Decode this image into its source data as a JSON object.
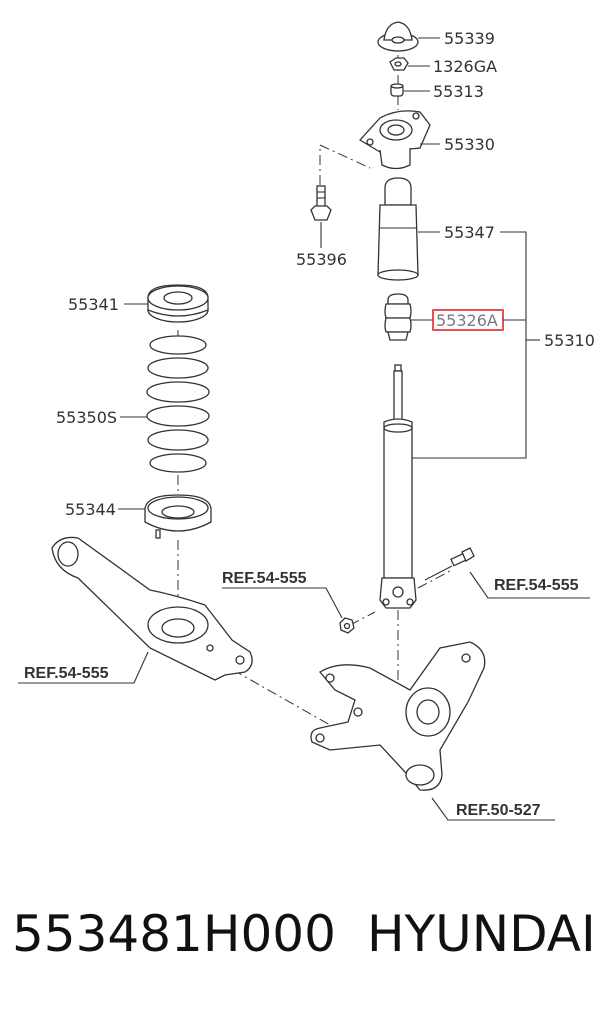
{
  "labels": {
    "p55339": "55339",
    "p1326ga": "1326GA",
    "p55313": "55313",
    "p55330": "55330",
    "p55396": "55396",
    "p55347": "55347",
    "p55326a": "55326A",
    "p55310": "55310",
    "p55341": "55341",
    "p55350s": "55350S",
    "p55344": "55344",
    "ref_knuckle_bolt_left": "REF.54-555",
    "ref_knuckle_bolt_right": "REF.54-555",
    "ref_lower_arm": "REF.54-555",
    "ref_knuckle": "REF.50-527"
  },
  "highlight_color": "#e5252a",
  "caption": {
    "part_number": "553481H000",
    "brand": "HYUNDAI"
  }
}
